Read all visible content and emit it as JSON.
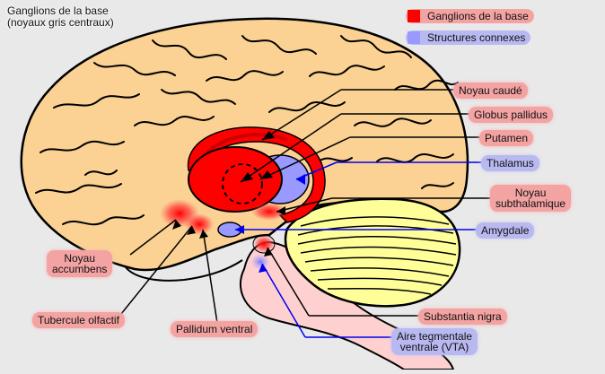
{
  "title": {
    "line1": "Ganglions de la base",
    "line2": "(noyaux gris centraux)"
  },
  "legend": {
    "basal_ganglia": {
      "label": "Ganglions de la base",
      "color": "#ff0000"
    },
    "related": {
      "label": "Structures connexes",
      "color": "#9999ff"
    }
  },
  "labels": {
    "caudate": "Noyau caudé",
    "globus_pallidus": "Globus pallidus",
    "putamen": "Putamen",
    "thalamus": "Thalamus",
    "subthalamic_1": "Noyau",
    "subthalamic_2": "subthalamique",
    "amygdala": "Amygdale",
    "accumbens_1": "Noyau",
    "accumbens_2": "accumbens",
    "olfactory": "Tubercule olfactif",
    "ventral_pallidum": "Pallidum ventral",
    "substantia_nigra": "Substantia nigra",
    "vta_1": "Aire tegmentale",
    "vta_2": "ventrale (VTA)"
  },
  "colors": {
    "brain": "#fbd293",
    "cerebellum": "#ffff99",
    "brainstem": "#ffd0d0",
    "basal_ganglia": "#ff0000",
    "related": "#9999ff",
    "red_label": "#f4a3a3",
    "blue_label": "#b9b9f2"
  }
}
